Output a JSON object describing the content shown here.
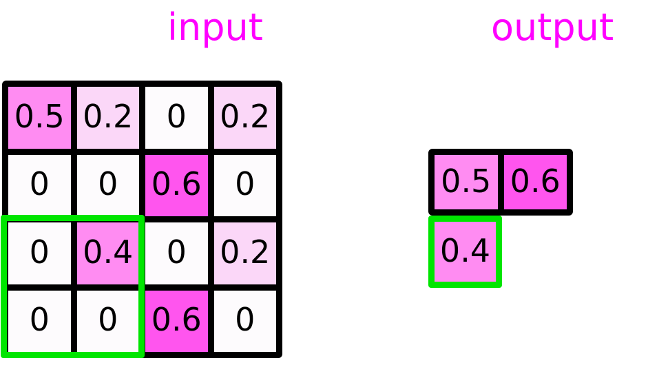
{
  "figure": {
    "kind": "max-pooling-diagram",
    "background_color": "#ffffff"
  },
  "titles": {
    "input_label": "input",
    "output_label": "output",
    "color": "#ff00ff"
  },
  "colors": {
    "title_magenta": "#ff00ff",
    "grid_border_black": "#000000",
    "highlight_green": "#00e500",
    "cell_zero": "#fdfbfd",
    "cell_0_2": "#fbd7f8",
    "cell_0_4": "#ff8cf2",
    "cell_0_5": "#ff8cf2",
    "cell_0_6": "#ff55ee"
  },
  "input_grid": {
    "rows": 4,
    "cols": 4,
    "cells": [
      {
        "value": "0.5",
        "fill": "#ff8cf2"
      },
      {
        "value": "0.2",
        "fill": "#fbd7f8"
      },
      {
        "value": "0",
        "fill": "#fdfbfd"
      },
      {
        "value": "0.2",
        "fill": "#fbd7f8"
      },
      {
        "value": "0",
        "fill": "#fdfbfd"
      },
      {
        "value": "0",
        "fill": "#fdfbfd"
      },
      {
        "value": "0.6",
        "fill": "#ff55ee"
      },
      {
        "value": "0",
        "fill": "#fdfbfd"
      },
      {
        "value": "0",
        "fill": "#fdfbfd"
      },
      {
        "value": "0.4",
        "fill": "#ff8cf2"
      },
      {
        "value": "0",
        "fill": "#fdfbfd"
      },
      {
        "value": "0.2",
        "fill": "#fbd7f8"
      },
      {
        "value": "0",
        "fill": "#fdfbfd"
      },
      {
        "value": "0",
        "fill": "#fdfbfd"
      },
      {
        "value": "0.6",
        "fill": "#ff55ee"
      },
      {
        "value": "0",
        "fill": "#fdfbfd"
      }
    ],
    "highlight": {
      "color": "#00e500",
      "covers_rows": [
        3,
        4
      ],
      "covers_cols": [
        1,
        2
      ]
    }
  },
  "output_grid": {
    "rows": 1,
    "cols": 2,
    "cells": [
      {
        "value": "0.5",
        "fill": "#ff8cf2"
      },
      {
        "value": "0.6",
        "fill": "#ff55ee"
      }
    ],
    "highlighted_cell": {
      "value": "0.4",
      "fill": "#ff8cf2",
      "border_color": "#00e500"
    }
  },
  "chart_data": {
    "type": "heatmap",
    "title": "",
    "panels": [
      {
        "name": "input",
        "shape": [
          4,
          4
        ],
        "values": [
          [
            0.5,
            0.2,
            0.0,
            0.2
          ],
          [
            0.0,
            0.0,
            0.6,
            0.0
          ],
          [
            0.0,
            0.4,
            0.0,
            0.2
          ],
          [
            0.0,
            0.0,
            0.6,
            0.0
          ]
        ],
        "annotation": "green 2x2 window over rows 3-4, cols 1-2"
      },
      {
        "name": "output",
        "shape": [
          2,
          2
        ],
        "values": [
          [
            0.5,
            0.6
          ],
          [
            0.4,
            null
          ]
        ],
        "annotation": "green outline on the 0.4 cell (row 2, col 1)"
      }
    ],
    "colormap": "white-to-magenta",
    "vmin": 0,
    "vmax": 0.6,
    "legend": "none",
    "grid": true
  }
}
